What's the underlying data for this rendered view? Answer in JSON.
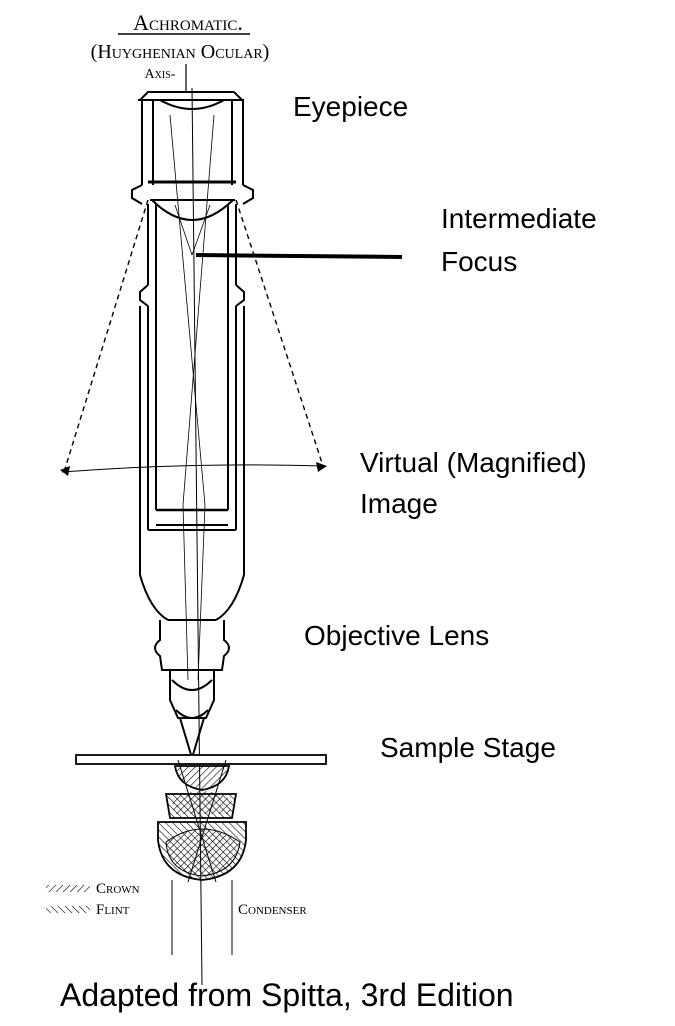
{
  "header": {
    "title": "Achromatic.",
    "subtitle": "(Huyghenian Ocular)",
    "axis_label": "Axis-"
  },
  "labels": {
    "eyepiece": "Eyepiece",
    "intermediate_line1": "Intermediate",
    "intermediate_line2": "Focus",
    "virtual_line1": "Virtual (Magnified)",
    "virtual_line2": "Image",
    "objective": "Objective Lens",
    "stage": "Sample Stage"
  },
  "legend": {
    "crown": "Crown",
    "flint": "Flint",
    "condenser": "Condenser"
  },
  "footer": {
    "credit": "Adapted from Spitta, 3rd Edition"
  }
}
